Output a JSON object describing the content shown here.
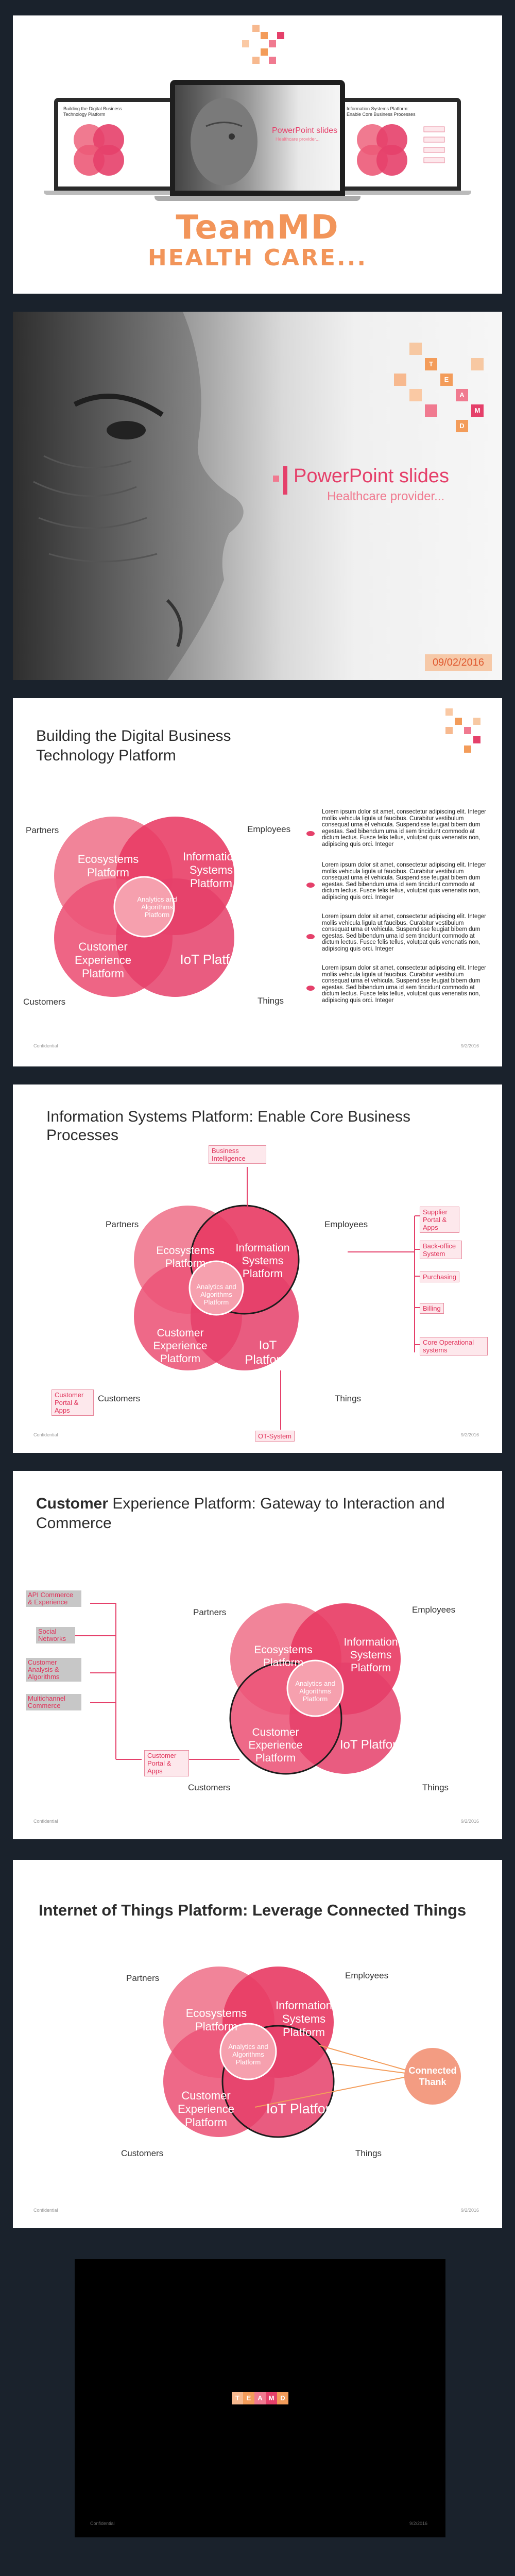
{
  "colors": {
    "bg": "#1a222c",
    "accent": "#e5406a",
    "pink": "#f07a90",
    "orange": "#f39c5a"
  },
  "slide1": {
    "brand_line1": "TeamMD",
    "brand_line2": "HEALTH CARE...",
    "laptop_left_title": "Building the Digital Business Technology Platform",
    "laptop_center_title": "PowerPoint slides",
    "laptop_center_sub": "Healthcare provider...",
    "laptop_right_title": "Information Systems Platform: Enable Core Business Processes"
  },
  "slide2": {
    "mosaic": [
      "T",
      "E",
      "A",
      "M",
      "D"
    ],
    "title": "PowerPoint slides",
    "subtitle": "Healthcare provider...",
    "date": "09/02/2016"
  },
  "slide3": {
    "title": "Building the Digital Business Technology Platform",
    "labels": {
      "partners": "Partners",
      "employees": "Employees",
      "customers": "Customers",
      "things": "Things"
    },
    "circles": {
      "eco": "Ecosystems Platform",
      "info": "Information Systems Platform",
      "cx": "Customer Experience Platform",
      "iot": "IoT Platform",
      "center": "Analytics and Algorithms Platform"
    },
    "paragraphs": [
      "Lorem ipsum dolor sit amet, consectetur adipiscing elit. Integer mollis vehicula ligula ut faucibus. Curabitur vestibulum consequat urna et vehicula. Suspendisse feugiat bibem dum egestas. Sed bibendum urna id sem tincidunt commodo at dictum lectus. Fusce felis tellus, volutpat quis venenatis non, adipiscing quis orci. Integer",
      "Lorem ipsum dolor sit amet, consectetur adipiscing elit. Integer mollis vehicula ligula ut faucibus. Curabitur vestibulum consequat urna et vehicula. Suspendisse feugiat bibem dum egestas. Sed bibendum urna id sem tincidunt commodo at dictum lectus. Fusce felis tellus, volutpat quis venenatis non, adipiscing quis orci. Integer",
      "Lorem ipsum dolor sit amet, consectetur adipiscing elit. Integer mollis vehicula ligula ut faucibus. Curabitur vestibulum consequat urna et vehicula. Suspendisse feugiat bibem dum egestas. Sed bibendum urna id sem tincidunt commodo at dictum lectus. Fusce felis tellus, volutpat quis venenatis non, adipiscing quis orci. Integer",
      "Lorem ipsum dolor sit amet, consectetur adipiscing elit. Integer mollis vehicula ligula ut faucibus. Curabitur vestibulum consequat urna et vehicula. Suspendisse feugiat bibem dum egestas. Sed bibendum urna id sem tincidunt commodo at dictum lectus. Fusce felis tellus, volutpat quis venenatis non, adipiscing quis orci. Integer"
    ],
    "footer_left": "Confidential",
    "footer_right": "9/2/2016"
  },
  "slide4": {
    "title": "Information Systems Platform: Enable Core Business Processes",
    "top_node": "Business Intelligence",
    "bottom_node": "OT-System",
    "left_node": "Customer Portal & Apps",
    "right_nodes": [
      "Supplier Portal & Apps",
      "Back-office System",
      "Purchasing",
      "Billing",
      "Core Operational systems"
    ],
    "footer_left": "Confidential",
    "footer_right": "9/2/2016"
  },
  "slide5": {
    "title_bold": "Customer",
    "title_rest": " Experience Platform: Gateway to Interaction and Commerce",
    "left_nodes": [
      "API Commerce & Experience",
      "Social Networks",
      "Customer Analysis & Algorithms",
      "Multichannel Commerce"
    ],
    "mid_node": "Customer Portal & Apps",
    "footer_left": "Confidential",
    "footer_right": "9/2/2016"
  },
  "slide6": {
    "title": "Internet of Things Platform: Leverage Connected Things",
    "right_node": "Connected Thank",
    "footer_left": "Confidential",
    "footer_right": "9/2/2016"
  },
  "slide7": {
    "mosaic": [
      "T",
      "E",
      "A",
      "M",
      "D"
    ],
    "footer_left": "Confidential",
    "footer_right": "9/2/2016"
  }
}
